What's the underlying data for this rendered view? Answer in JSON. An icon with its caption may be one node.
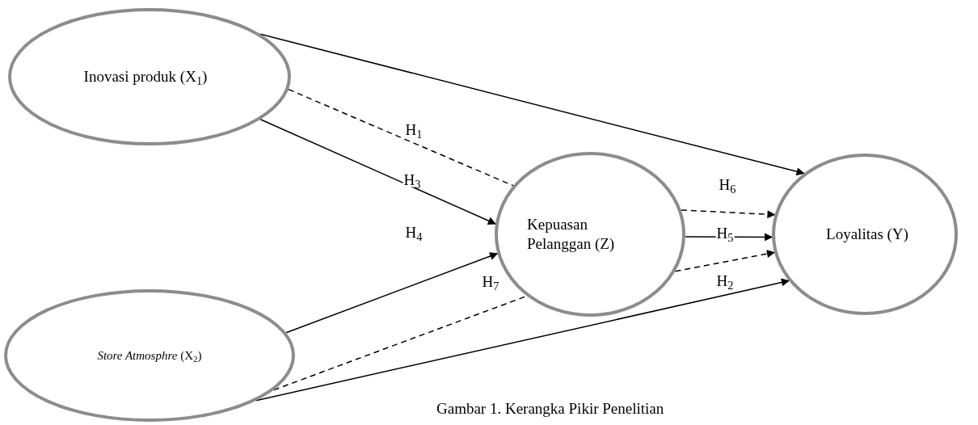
{
  "diagram": {
    "caption": "Gambar 1. Kerangka Pikir Penelitian",
    "nodes": [
      {
        "text": [
          "Inovasi produk (X$_{1}$)"
        ]
      },
      {
        "text": [
          "Kepuasan Pelanggan (Z)"
        ]
      },
      {
        "text": [
          "Loyalitas (Y)"
        ]
      },
      {
        "text": [
          "*Store Atmosphre* (X$_{2}$)"
        ]
      }
    ],
    "edges": [
      {
        "from": 0,
        "to": 2,
        "arrow": "to"
      },
      {
        "from": 0,
        "to": 1,
        "arrow": "to"
      },
      {
        "from": 0,
        "to": 1,
        "arrow": "none",
        "style": "dashed"
      },
      {
        "from": 1,
        "to": 2,
        "arrow": "to",
        "style": "dashed"
      },
      {
        "from": 1,
        "to": 2,
        "arrow": "to"
      },
      {
        "from": 3,
        "to": 1,
        "arrow": "to"
      },
      {
        "from": 3,
        "to": 1,
        "arrow": "none",
        "style": "dashed"
      },
      {
        "from": 1,
        "to": 2,
        "arrow": "to",
        "style": "dashed"
      },
      {
        "from": 3,
        "to": 2,
        "arrow": "to"
      }
    ],
    "labels": [
      "H$_{1}$",
      "H$_{3}$",
      "H$_{4}$",
      "H$_{6}$",
      "H$_{5}$",
      "H$_{7}$",
      "H$_{2}$"
    ]
  }
}
